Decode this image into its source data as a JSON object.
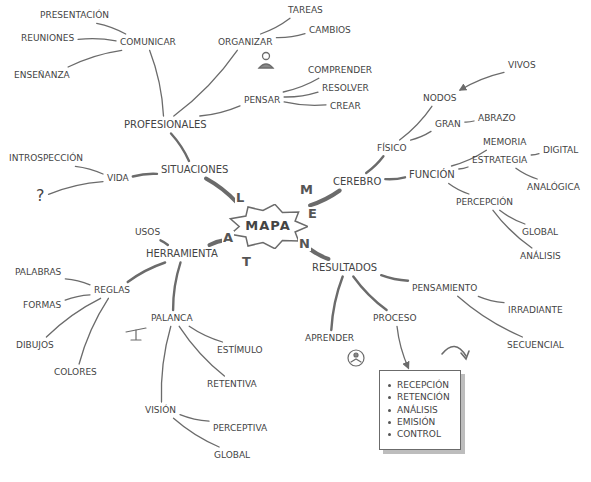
{
  "diagram": {
    "nodes": [
      {
        "text": [
          "MAPA"
        ]
      },
      {
        "text": [
          "SITUACIONES"
        ]
      },
      {
        "text": [
          "VIDA"
        ]
      },
      {
        "text": [
          "INTROSPECCIÓN"
        ]
      },
      {
        "text": [
          "?"
        ]
      },
      {
        "text": [
          "PROFESIONALES"
        ]
      },
      {
        "text": [
          "COMUNICAR"
        ]
      },
      {
        "text": [
          "PRESENTACIÓN"
        ]
      },
      {
        "text": [
          "REUNIONES"
        ]
      },
      {
        "text": [
          "ENSEÑANZA"
        ]
      },
      {
        "text": [
          "ORGANIZAR"
        ]
      },
      {
        "text": [
          "TAREAS"
        ]
      },
      {
        "text": [
          "CAMBIOS"
        ]
      },
      {
        "text": [
          "PENSAR"
        ]
      },
      {
        "text": [
          "COMPRENDER"
        ]
      },
      {
        "text": [
          "RESOLVER"
        ]
      },
      {
        "text": [
          "CREAR"
        ]
      },
      {
        "text": [
          "CEREBRO"
        ]
      },
      {
        "text": [
          "FÍSICO"
        ]
      },
      {
        "text": [
          "NODOS"
        ]
      },
      {
        "text": [
          "VIVOS"
        ]
      },
      {
        "text": [
          "GRAN"
        ]
      },
      {
        "text": [
          "ABRAZO"
        ]
      },
      {
        "text": [
          "FUNCIÓN"
        ]
      },
      {
        "text": [
          "MEMORIA"
        ]
      },
      {
        "text": [
          "ESTRATEGIA"
        ]
      },
      {
        "text": [
          "DIGITAL"
        ]
      },
      {
        "text": [
          "ANALÓGICA"
        ]
      },
      {
        "text": [
          "PERCEPCIÓN"
        ]
      },
      {
        "text": [
          "GLOBAL"
        ]
      },
      {
        "text": [
          "ANÁLISIS"
        ]
      },
      {
        "text": [
          "RESULTADOS"
        ]
      },
      {
        "text": [
          "PENSAMIENTO"
        ]
      },
      {
        "text": [
          "IRRADIANTE"
        ]
      },
      {
        "text": [
          "SECUENCIAL"
        ]
      },
      {
        "text": [
          "APRENDER"
        ]
      },
      {
        "text": [
          "PROCESO"
        ]
      },
      {
        "text": [
          "RECEPCIÓN",
          "RETENCIÓN",
          "ANÁLISIS",
          "EMISIÓN",
          "CONTROL"
        ]
      },
      {
        "text": [
          "HERRAMIENTA"
        ]
      },
      {
        "text": [
          "USOS"
        ]
      },
      {
        "text": [
          "REGLAS"
        ]
      },
      {
        "text": [
          "PALABRAS"
        ]
      },
      {
        "text": [
          "FORMAS"
        ]
      },
      {
        "text": [
          "DIBUJOS"
        ]
      },
      {
        "text": [
          "COLORES"
        ]
      },
      {
        "text": [
          "PALANCA"
        ]
      },
      {
        "text": [
          "ESTÍMULO"
        ]
      },
      {
        "text": [
          "RETENTIVA"
        ]
      },
      {
        "text": [
          "VISIÓN"
        ]
      },
      {
        "text": [
          "PERCEPTIVA"
        ]
      },
      {
        "text": [
          "GLOBAL"
        ]
      }
    ],
    "edges": [
      {
        "from": 0,
        "to": 1,
        "arrow": "none"
      },
      {
        "from": 0,
        "to": 17,
        "arrow": "none"
      },
      {
        "from": 0,
        "to": 31,
        "arrow": "none"
      },
      {
        "from": 0,
        "to": 38,
        "arrow": "none"
      },
      {
        "from": 1,
        "to": 2,
        "arrow": "none"
      },
      {
        "from": 1,
        "to": 5,
        "arrow": "none"
      },
      {
        "from": 2,
        "to": 3,
        "arrow": "none"
      },
      {
        "from": 2,
        "to": 4,
        "arrow": "none"
      },
      {
        "from": 5,
        "to": 6,
        "arrow": "none"
      },
      {
        "from": 5,
        "to": 10,
        "arrow": "none"
      },
      {
        "from": 5,
        "to": 13,
        "arrow": "none"
      },
      {
        "from": 6,
        "to": 7,
        "arrow": "none"
      },
      {
        "from": 6,
        "to": 8,
        "arrow": "none"
      },
      {
        "from": 6,
        "to": 9,
        "arrow": "none"
      },
      {
        "from": 10,
        "to": 11,
        "arrow": "none"
      },
      {
        "from": 10,
        "to": 12,
        "arrow": "none"
      },
      {
        "from": 13,
        "to": 14,
        "arrow": "none"
      },
      {
        "from": 13,
        "to": 15,
        "arrow": "none"
      },
      {
        "from": 13,
        "to": 16,
        "arrow": "none"
      },
      {
        "from": 17,
        "to": 18,
        "arrow": "none"
      },
      {
        "from": 17,
        "to": 23,
        "arrow": "none"
      },
      {
        "from": 18,
        "to": 19,
        "arrow": "none"
      },
      {
        "from": 18,
        "to": 21,
        "arrow": "none"
      },
      {
        "from": 20,
        "to": 19,
        "arrow": "to"
      },
      {
        "from": 21,
        "to": 22,
        "arrow": "none"
      },
      {
        "from": 23,
        "to": 24,
        "arrow": "none"
      },
      {
        "from": 23,
        "to": 25,
        "arrow": "none"
      },
      {
        "from": 23,
        "to": 28,
        "arrow": "none"
      },
      {
        "from": 25,
        "to": 26,
        "arrow": "none"
      },
      {
        "from": 25,
        "to": 27,
        "arrow": "none"
      },
      {
        "from": 28,
        "to": 29,
        "arrow": "none"
      },
      {
        "from": 28,
        "to": 30,
        "arrow": "none"
      },
      {
        "from": 31,
        "to": 32,
        "arrow": "none"
      },
      {
        "from": 31,
        "to": 35,
        "arrow": "none"
      },
      {
        "from": 31,
        "to": 36,
        "arrow": "none"
      },
      {
        "from": 32,
        "to": 33,
        "arrow": "none"
      },
      {
        "from": 32,
        "to": 34,
        "arrow": "none"
      },
      {
        "from": 36,
        "to": 37,
        "arrow": "to"
      },
      {
        "from": 38,
        "to": 39,
        "arrow": "none"
      },
      {
        "from": 38,
        "to": 40,
        "arrow": "none"
      },
      {
        "from": 38,
        "to": 45,
        "arrow": "none"
      },
      {
        "from": 40,
        "to": 41,
        "arrow": "none"
      },
      {
        "from": 40,
        "to": 42,
        "arrow": "none"
      },
      {
        "from": 40,
        "to": 43,
        "arrow": "none"
      },
      {
        "from": 40,
        "to": 44,
        "arrow": "none"
      },
      {
        "from": 45,
        "to": 46,
        "arrow": "none"
      },
      {
        "from": 45,
        "to": 47,
        "arrow": "none"
      },
      {
        "from": 45,
        "to": 48,
        "arrow": "none"
      },
      {
        "from": 48,
        "to": 49,
        "arrow": "none"
      },
      {
        "from": 48,
        "to": 50,
        "arrow": "none"
      }
    ],
    "labels": [
      "M",
      "E",
      "N",
      "T",
      "A",
      "L"
    ]
  }
}
